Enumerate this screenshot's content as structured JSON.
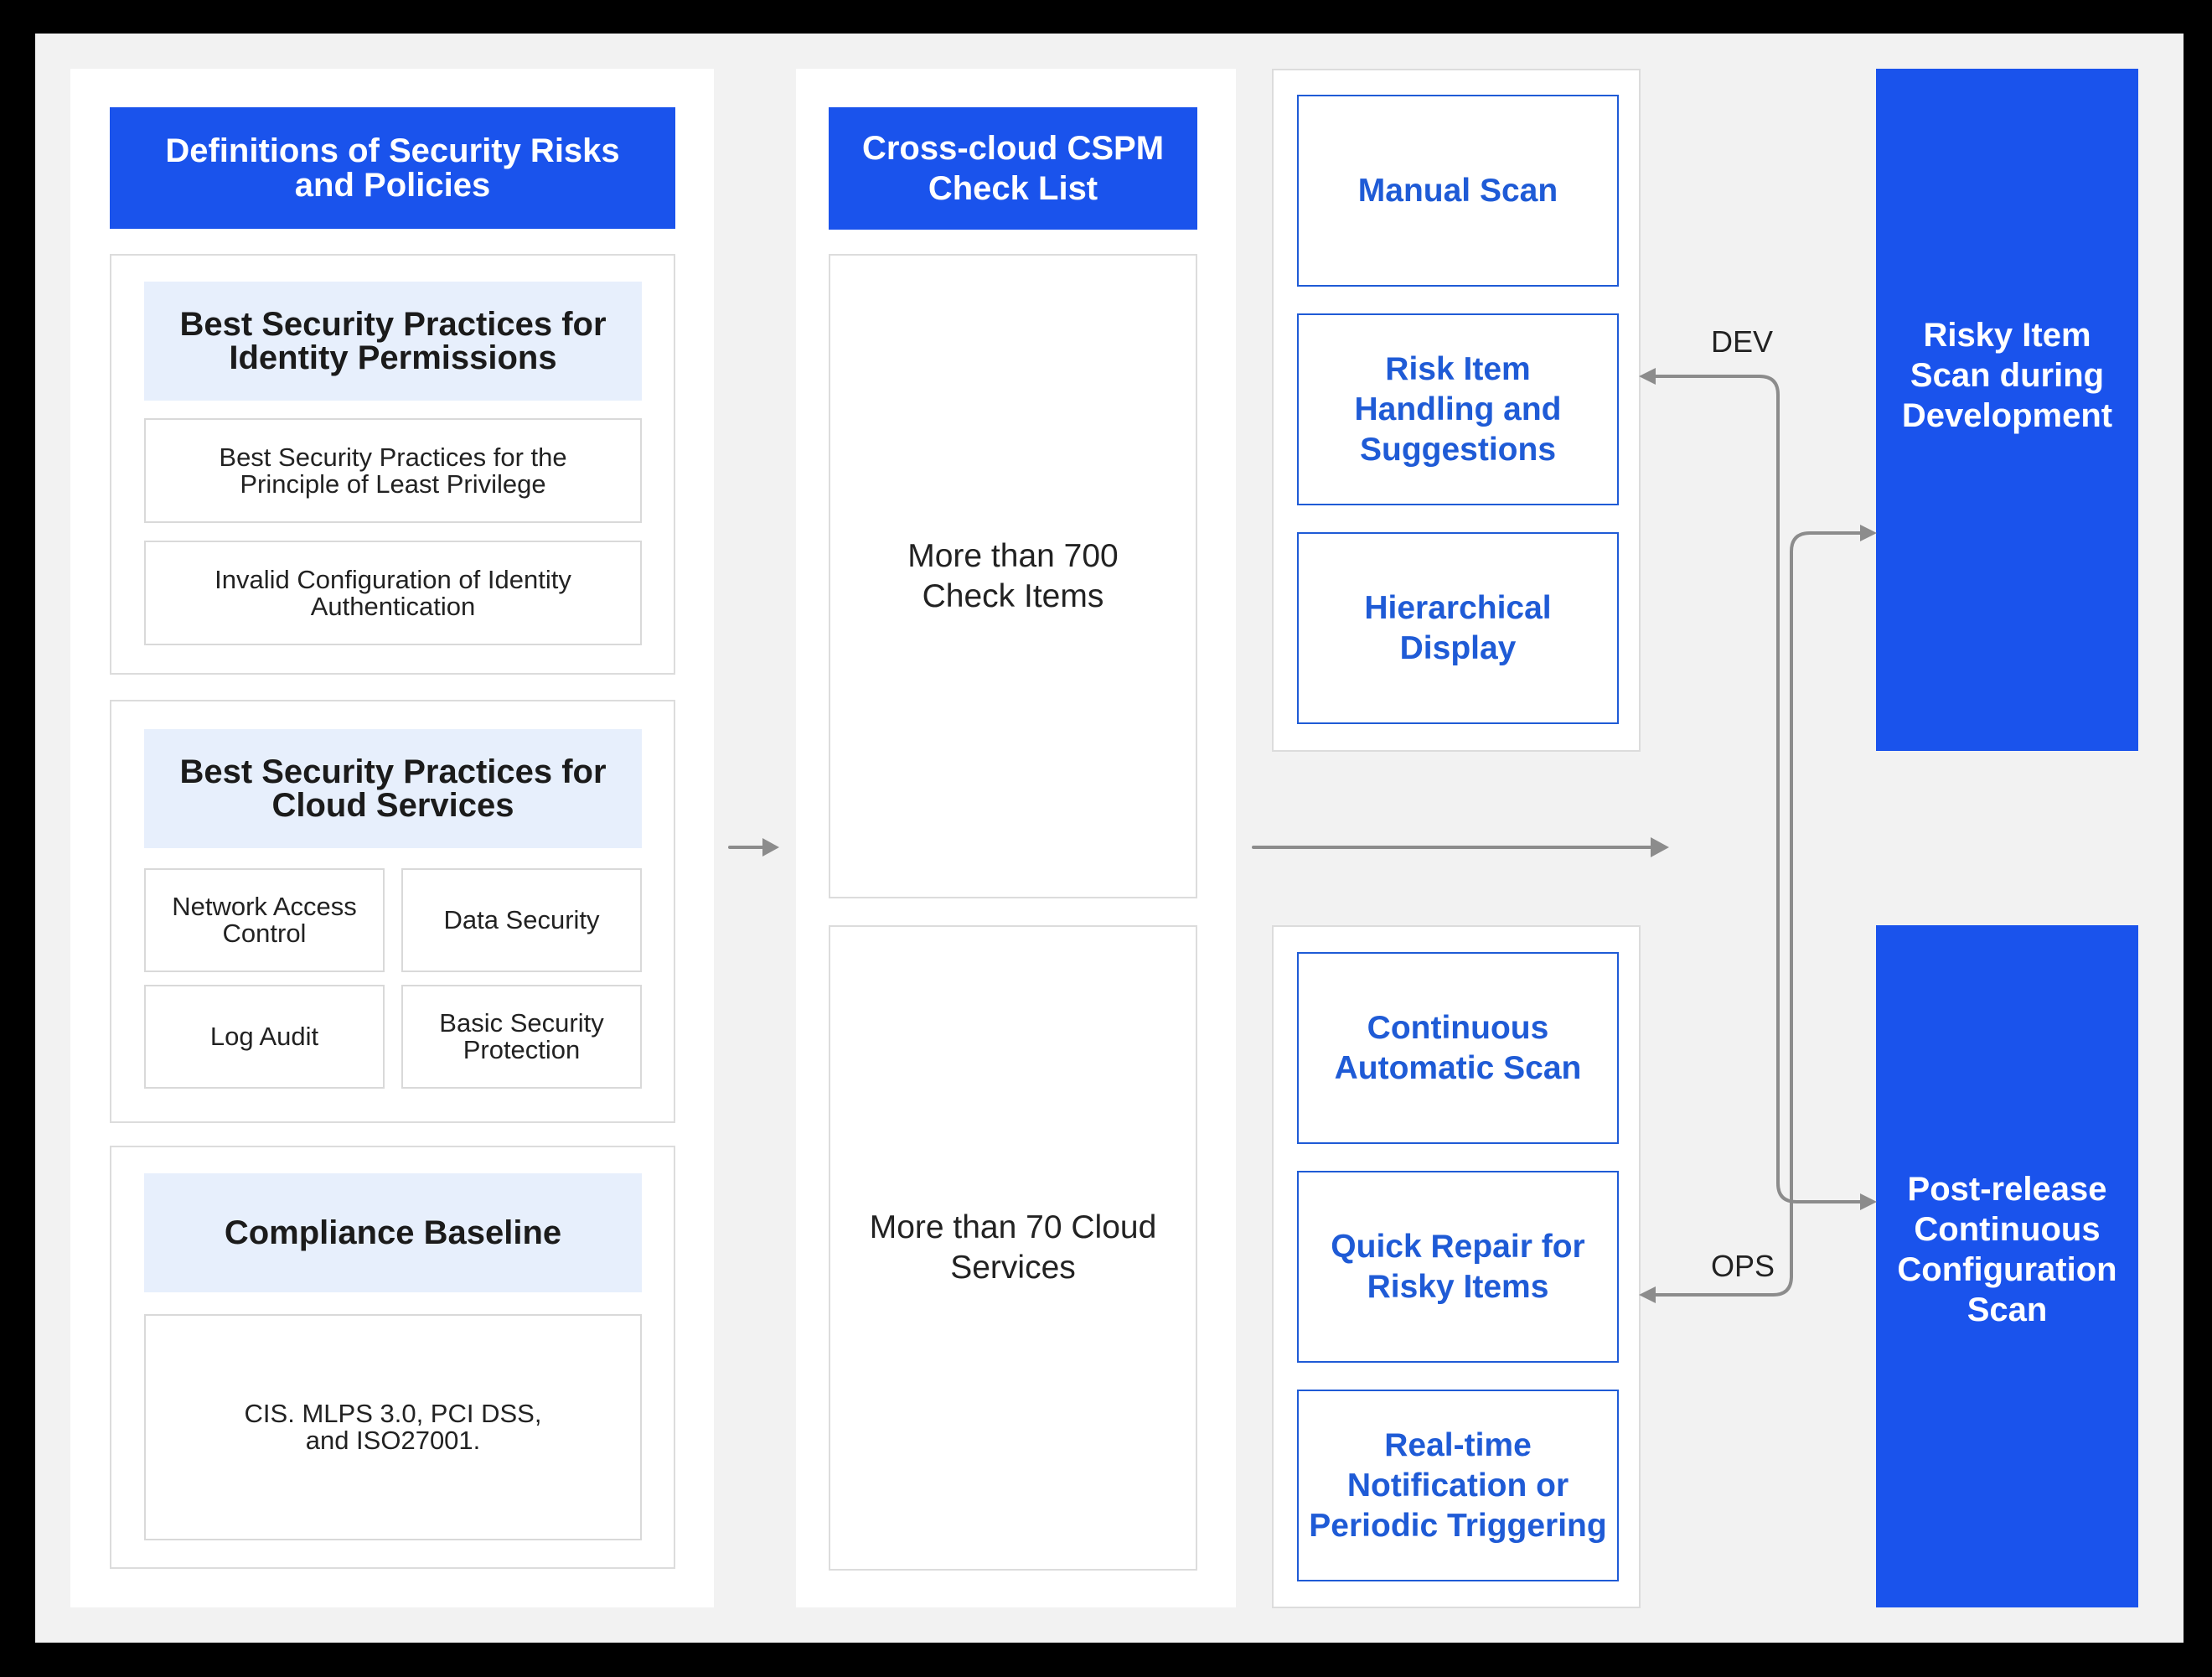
{
  "column1": {
    "title": "Definitions of Security Risks\nand Policies",
    "identity": {
      "heading": "Best Security Practices for\nIdentity Permissions",
      "items": [
        "Best Security Practices for the\nPrinciple of Least Privilege",
        "Invalid Configuration of Identity\nAuthentication"
      ]
    },
    "cloud": {
      "heading": "Best Security Practices for\nCloud Services",
      "items": [
        "Network Access\nControl",
        "Data Security",
        "Log Audit",
        "Basic Security\nProtection"
      ]
    },
    "compliance": {
      "heading": "Compliance Baseline",
      "text": "CIS. MLPS 3.0, PCI DSS,\nand ISO27001."
    }
  },
  "column2": {
    "title": "Cross-cloud CSPM\nCheck List",
    "check_items": "More than 700\nCheck Items",
    "cloud_services": "More than 70 Cloud\nServices"
  },
  "column3": {
    "dev_features": [
      "Manual Scan",
      "Risk Item\nHandling and\nSuggestions",
      "Hierarchical\nDisplay"
    ],
    "ops_features": [
      "Continuous\nAutomatic Scan",
      "Quick Repair for\nRisky Items",
      "Real-time\nNotification or\nPeriodic Triggering"
    ]
  },
  "labels": {
    "dev": "DEV",
    "ops": "OPS"
  },
  "column4": {
    "dev_stage": "Risky Item\nScan during\nDevelopment",
    "ops_stage": "Post-release\nContinuous\nConfiguration\nScan"
  },
  "colors": {
    "accent_blue": "#1a53ec",
    "feature_text_blue": "#1f5bd6",
    "light_blue": "#e7effc",
    "canvas_gray": "#f2f2f2",
    "arrow_gray": "#8c8c8c"
  }
}
